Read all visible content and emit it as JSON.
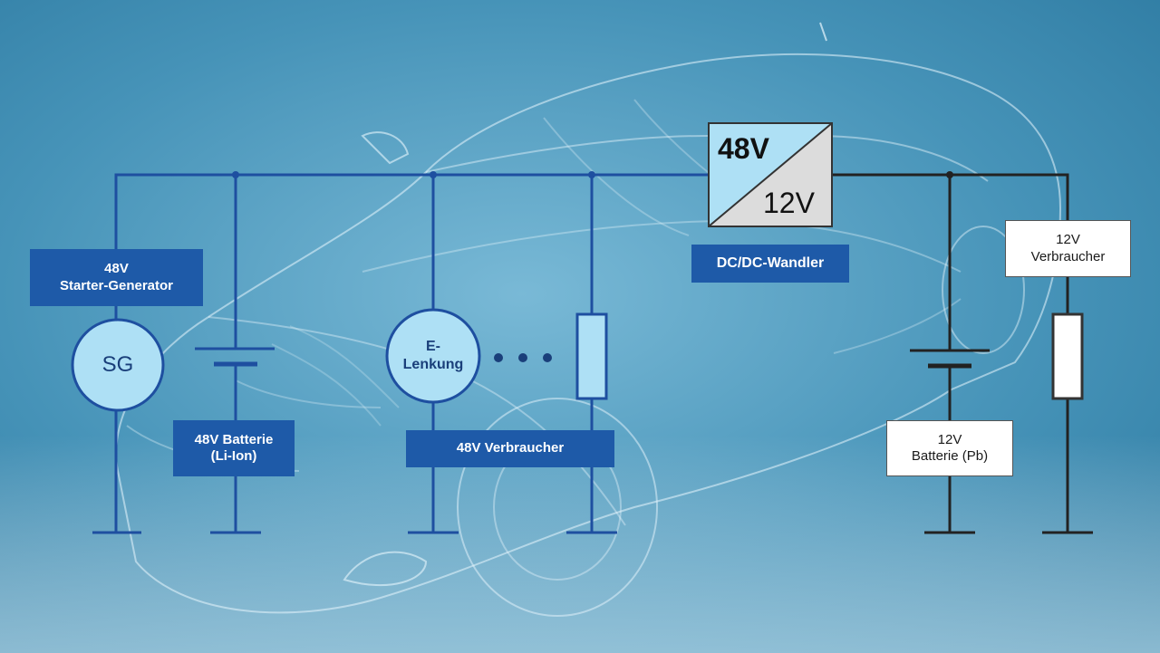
{
  "diagram": {
    "starter_generator_label": [
      "48V",
      "Starter-Generator"
    ],
    "sg_symbol": "SG",
    "battery_48v_label": [
      "48V Batterie",
      "(Li-Ion)"
    ],
    "e_steering_symbol": [
      "E-",
      "Lenkung"
    ],
    "consumer_48v_label": "48V Verbraucher",
    "converter_high": "48V",
    "converter_low": "12V",
    "converter_label": "DC/DC-Wandler",
    "consumer_12v_label": [
      "12V",
      "Verbraucher"
    ],
    "battery_12v_label": [
      "12V",
      "Batterie (Pb)"
    ]
  },
  "colors": {
    "background": "#3f8fb3",
    "wire_48v": "#1e4fa0",
    "wire_12v": "#222222",
    "label_blue": "#1e5aa8",
    "component_fill": "#aee0f5"
  }
}
